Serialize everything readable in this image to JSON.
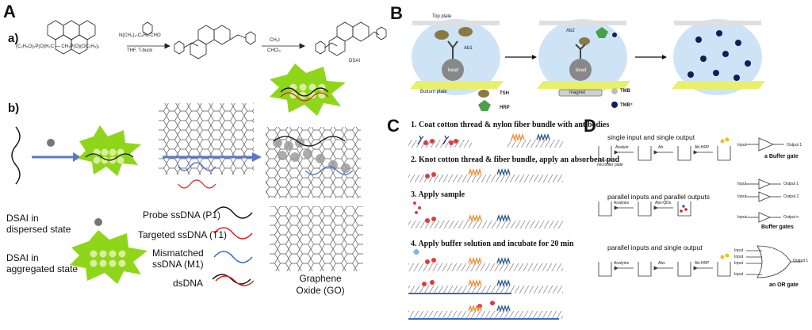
{
  "panelA": {
    "label": "A",
    "a": {
      "label": "a)",
      "reactant1": "(C₂H₅O)₂P(O)H₂C — CH₂P(O)(OC₂H₅)₂",
      "arrow1_top": "N(CH₃)₂-C₆H₄-CHO",
      "arrow1_bottom": "THF, T-buck",
      "arrow2_top": "CH₃I",
      "arrow2_bottom": "CHCl₃",
      "product": "DSAI"
    },
    "b": {
      "label": "b)",
      "legend": {
        "dispersed": "DSAI in dispersed state",
        "aggregated": "DSAI in aggregated state",
        "probe": "Probe ssDNA (P1)",
        "targeted": "Targeted ssDNA (T1)",
        "mismatched": "Mismatched ssDNA (M1)",
        "ds": "dsDNA",
        "go": "Graphene Oxide (GO)"
      }
    }
  },
  "panelB": {
    "label": "B",
    "top_plate": "Top plate",
    "bottom_plate": "Bottom plate",
    "ab1": "Ab1",
    "ab2": "Ab2",
    "bead1": "bead",
    "bead2": "bead",
    "magnet": "magnet",
    "legend": {
      "tsh": "TSH",
      "hrp": "HRP",
      "tmb": "TMB",
      "tmbp": "TMB⁺"
    }
  },
  "panelC": {
    "label": "C",
    "steps": [
      "1. Coat cotton thread & nylon fiber bundle with antibodies",
      "2. Knot cotton thread & fiber bundle, apply an absorbent pad",
      "3. Apply sample",
      "4. Apply buffer solution and incubate for 20 min"
    ]
  },
  "panelD": {
    "label": "D",
    "rows": [
      {
        "title": "single input and single output",
        "plate": "microtiter plate",
        "steps": [
          "Analyte",
          "Ab",
          "Ab-HRP"
        ],
        "inputs": [
          "Input"
        ],
        "outputs": [
          "Output 1"
        ],
        "gate": "a Buffer gate"
      },
      {
        "title": "parallel inputs and parallel outputs",
        "steps": [
          "Analytes",
          "Abs-QDs"
        ],
        "inputs": [
          "Input",
          "Input",
          "Input"
        ],
        "outputs": [
          "Output 1",
          "Output 2",
          "Output n"
        ],
        "gate": "Buffer gates"
      },
      {
        "title": "parallel inputs and single output",
        "steps": [
          "Analytes",
          "Abs",
          "Ab-HRP"
        ],
        "inputs": [
          "Input",
          "Input",
          "Input",
          "Input"
        ],
        "outputs": [
          "Output 1"
        ],
        "gate": "an OR gate"
      }
    ]
  },
  "colors": {
    "green_burst": "#8fd61a",
    "probe": "#111111",
    "target": "#d62020",
    "mismatch": "#3a66c8",
    "arrow_blue": "#5b78c8",
    "bubble": "#cfe3f7",
    "plate": "#e8ef6a",
    "tmb_dark": "#0d1f5c"
  }
}
